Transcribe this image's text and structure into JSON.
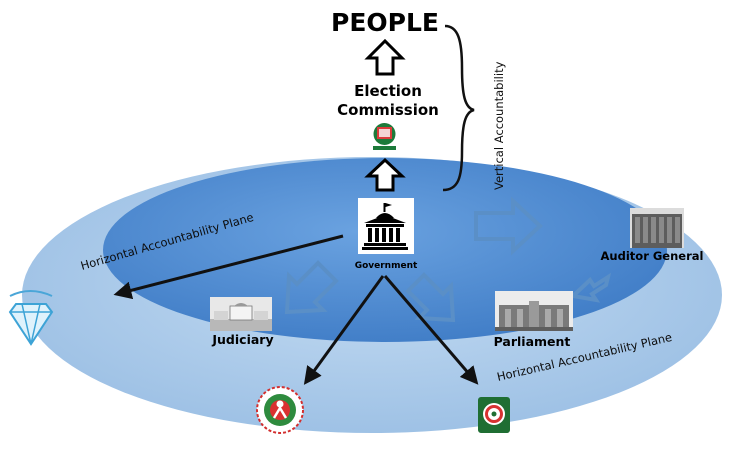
{
  "top": {
    "people": "PEOPLE",
    "election_commission": [
      "Election",
      "Commission"
    ]
  },
  "labels": {
    "vertical": "Vertical Accountability",
    "horizontal_left": "Horizontal Accountability Plane",
    "horizontal_right": "Horizontal Accountability Plane",
    "government": "Government",
    "auditor_general": "Auditor General",
    "judiciary": "Judiciary",
    "parliament": "Parliament"
  },
  "colors": {
    "outer_plane": "#a9c9ea",
    "inner_plane": "#4f8ad0",
    "hollow_arrow": "#5a8fc7",
    "black_arrow": "#111111"
  },
  "icons": {
    "election_commission": "election-commission-emblem-icon",
    "government": "government-building-icon",
    "auditor_general": "auditor-building-photo",
    "judiciary": "supreme-court-building-photo",
    "parliament": "parliament-building-photo",
    "left_agency": "diamond-emblem-icon",
    "bottom_left_agency": "human-rights-commission-emblem-icon",
    "bottom_right_agency": "anti-corruption-commission-emblem-icon"
  }
}
